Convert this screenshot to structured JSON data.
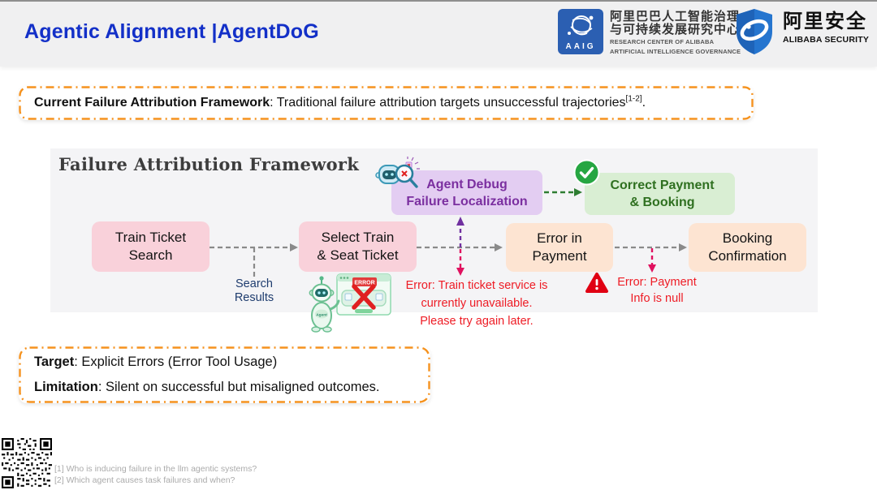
{
  "header": {
    "title": "Agentic Alignment |AgentDoG",
    "aaig": {
      "label": "AAIG",
      "cn_line1": "阿里巴巴人工智能治理",
      "cn_line2": "与可持续发展研究中心",
      "en_line1": "RESEARCH CENTER OF ALIBABA",
      "en_line2": "ARTIFICIAL INTELLIGENCE GOVERNANCE"
    },
    "security": {
      "cn": "阿里安全",
      "en": "ALIBABA SECURITY"
    }
  },
  "callout_top": {
    "lead": "Current Failure Attribution Framework",
    "body": ": Traditional failure attribution targets unsuccessful trajectories",
    "citation": "[1-2]",
    "tail": "."
  },
  "diagram": {
    "title": "Failure Attribution Framework",
    "debug_node": {
      "line1": "Agent Debug",
      "line2": "Failure Localization"
    },
    "success_node": {
      "line1": "Correct Payment",
      "line2": "& Booking"
    },
    "step1": {
      "line1": "Train Ticket",
      "line2": "Search"
    },
    "step2": {
      "line1": "Select Train",
      "line2": "& Seat Ticket"
    },
    "step3": {
      "line1": "Error in",
      "line2": "Payment"
    },
    "step4": {
      "line1": "Booking",
      "line2": "Confirmation"
    },
    "search_results": {
      "line1": "Search",
      "line2": "Results"
    },
    "tool_error": {
      "line1": "Error: Train ticket service is",
      "line2": "currently unavailable.",
      "line3": "Please try again later."
    },
    "payment_error": {
      "line1": "Error: Payment",
      "line2": "Info is null"
    },
    "illustration": {
      "error_label": "ERROR",
      "agent_label": "Agent"
    }
  },
  "callout_bottom": {
    "target_lead": "Target",
    "target_body": ": Explicit Errors (Error Tool Usage)",
    "limitation_lead": "Limitation",
    "limitation_body": ": Silent on successful but misaligned outcomes."
  },
  "footnotes": {
    "line1": "[1] Who is inducing failure in the llm agentic systems?",
    "line2": "[2] Which agent causes task failures and when?"
  },
  "colors": {
    "title_blue": "#1330c8",
    "callout_orange": "#f5921e",
    "error_red": "#ee1c25",
    "crimson_arrow": "#e0115f",
    "purple_text": "#7b2fa0",
    "green_text": "#2f7020",
    "check_green": "#26a642",
    "pink_node": "#f9d1da",
    "peach_node": "#fde4d2",
    "purple_node": "#e3cdf2",
    "green_node": "#d9eed3",
    "arrow_gray": "#8a8a8a"
  }
}
